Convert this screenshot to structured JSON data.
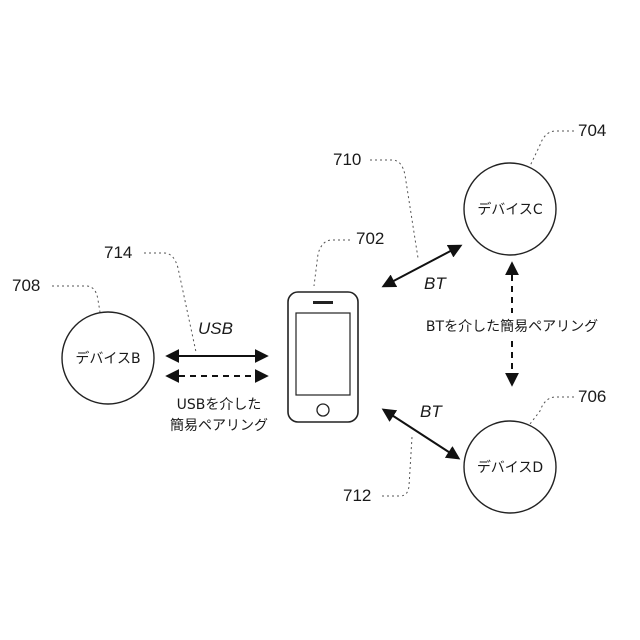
{
  "refs": {
    "r702": "702",
    "r704": "704",
    "r706": "706",
    "r708": "708",
    "r710": "710",
    "r712": "712",
    "r714": "714"
  },
  "devices": {
    "b": "デバイスB",
    "c": "デバイスC",
    "d": "デバイスD"
  },
  "links": {
    "usb": "USB",
    "usb_pairing_line1": "USBを介した",
    "usb_pairing_line2": "簡易ペアリング",
    "bt_top": "BT",
    "bt_bottom": "BT",
    "bt_pairing": "BTを介した簡易ペアリング"
  }
}
